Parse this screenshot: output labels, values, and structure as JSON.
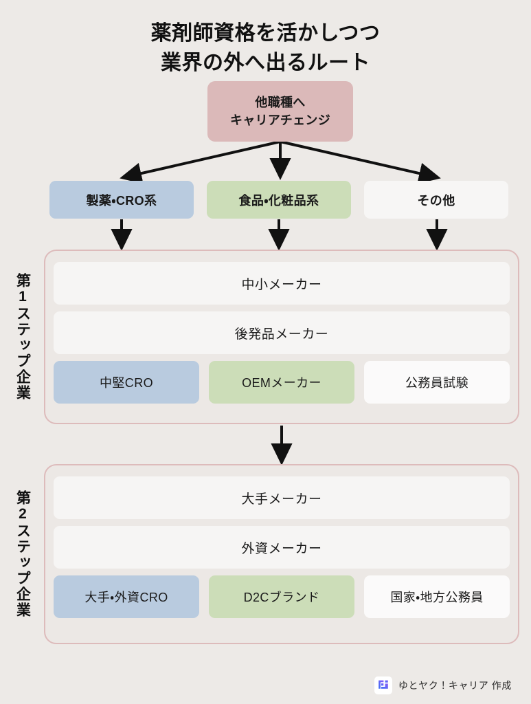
{
  "title": {
    "line1": "薬剤師資格を活かしつつ",
    "line2": "業界の外へ出るルート"
  },
  "root": {
    "line1": "他職種へ",
    "line2": "キャリアチェンジ",
    "color": "#dbb9b9"
  },
  "categories": [
    {
      "label": "製薬・CRO系",
      "color": "#b9cbdf"
    },
    {
      "label": "食品・化粧品系",
      "color": "#ccddb8"
    },
    {
      "label": "その他",
      "color": "#f7f6f5"
    }
  ],
  "steps": [
    {
      "label": "第1ステップ企業",
      "wide_rows": [
        "中小メーカー",
        "後発品メーカー"
      ],
      "trio": [
        {
          "label": "中堅CRO",
          "color": "#b9cbdf"
        },
        {
          "label": "OEMメーカー",
          "color": "#ccddb8"
        },
        {
          "label": "公務員試験",
          "color": "#fbfafa"
        }
      ]
    },
    {
      "label": "第2ステップ企業",
      "wide_rows": [
        "大手メーカー",
        "外資メーカー"
      ],
      "trio": [
        {
          "label": "大手・外資CRO",
          "color": "#b9cbdf"
        },
        {
          "label": "D2Cブランド",
          "color": "#ccddb8"
        },
        {
          "label": "国家・地方公務員",
          "color": "#fbfafa"
        }
      ]
    }
  ],
  "footer": {
    "logo_icon": "yutoyaku-logo-icon",
    "text": "ゆとヤク！キャリア 作成"
  },
  "theme": {
    "background": "#edeae7",
    "group_fill": "#ece8e5",
    "group_border": "#ddbbbb",
    "row_fill": "#f6f5f4",
    "arrow": "#111111"
  }
}
